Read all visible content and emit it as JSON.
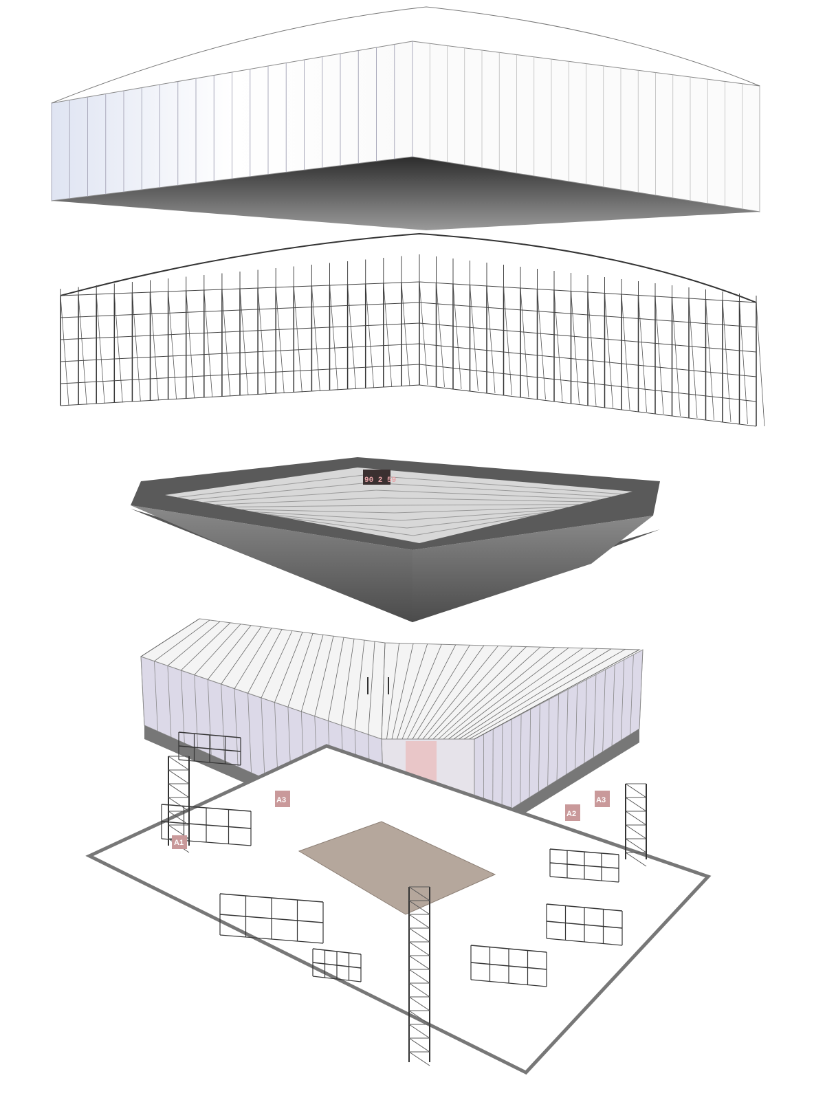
{
  "diagram": {
    "layers": [
      "roof-envelope",
      "roof-truss-structure",
      "seating-bowl",
      "temporary-stand-scaffolding",
      "site-base-with-modules"
    ],
    "scoreboard": {
      "text": "90 2 59"
    },
    "gate_labels": [
      "A1",
      "A2",
      "A3",
      "A3"
    ],
    "colors": {
      "envelope": "#f4f6fb",
      "envelope_underside": "#4a4a4a",
      "truss": "#3a3a3a",
      "bowl": "#6e6e6e",
      "facade": "#d9d6e6",
      "gate": "#c9999a",
      "court": "#b5a79c",
      "base": "#ffffff"
    }
  }
}
